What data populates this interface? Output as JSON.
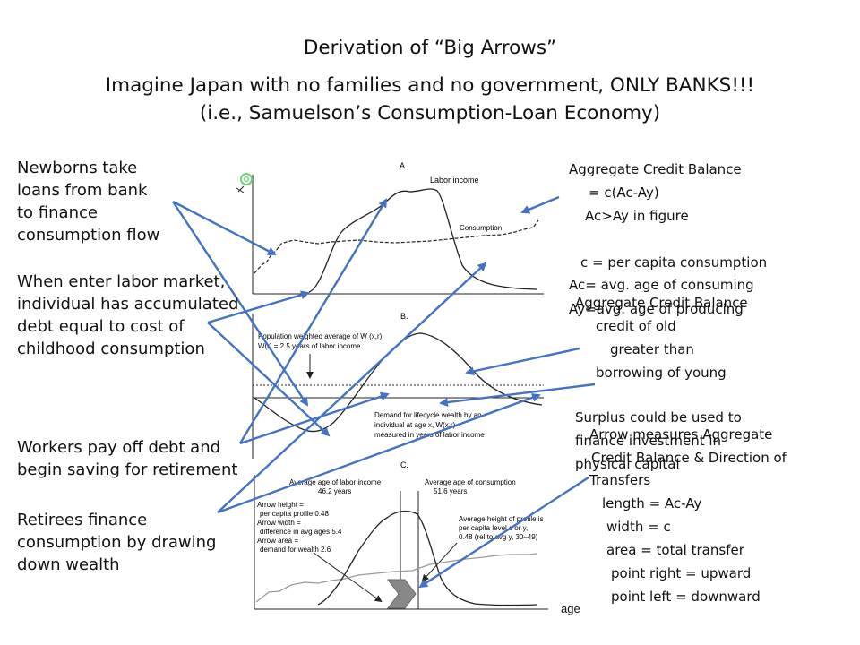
{
  "title": {
    "line1": "Derivation of “Big Arrows”",
    "line2": "Imagine Japan with no families and no government, ONLY BANKS!!!",
    "line3": "(i.e., Samuelson’s Consumption-Loan Economy)"
  },
  "left_notes": {
    "newborns": [
      "Newborns take",
      "loans from bank",
      "to finance",
      "consumption flow"
    ],
    "labor_market": [
      "When enter labor market,",
      "individual has accumulated",
      "debt equal to cost of",
      "childhood consumption"
    ],
    "workers": [
      "Workers pay off debt and",
      "begin saving for retirement"
    ],
    "retirees": [
      "Retirees finance",
      "consumption by drawing",
      "down wealth"
    ]
  },
  "right_notes": {
    "acb": [
      "Aggregate Credit Balance",
      "= c(Ac-Ay)",
      "Ac>Ay in figure",
      "c = per capita consumption",
      "Ac= avg. age of consuming",
      "Ay=avg. age of producing"
    ],
    "acb2": [
      "Aggregate Credit Balance",
      "credit of old",
      "greater than",
      "borrowing of young"
    ],
    "surplus": [
      "Surplus could be used to",
      "finance investment in",
      "physical capital"
    ],
    "arrow": [
      "Arrow measures Aggregate",
      "Credit Balance & Direction of",
      "Transfers",
      "length = Ac-Ay",
      "width = c",
      "area = total transfer",
      "point right = upward",
      "point left = downward"
    ]
  },
  "figure": {
    "panel_a": {
      "letter": "A",
      "labor_income": "Labor income",
      "consumption": "Consumption"
    },
    "panel_b": {
      "letter": "B.",
      "pop_weighted": [
        "Population weighted average of W (x,r),",
        "W(r) = 2.5 years of labor income"
      ],
      "demand": [
        "Demand for lifecycle wealth by an",
        "individual at age x, W(x,r)",
        "measured in years of labor income"
      ]
    },
    "panel_c": {
      "letter": "C.",
      "avg_labor": [
        "Average age of labor income",
        "46.2 years"
      ],
      "avg_cons": [
        "Average age of consumption",
        "51.6 years"
      ],
      "arrow_info": [
        "Arrow height =",
        "per capita profile 0.48",
        "Arrow width =",
        "difference in avg ages 5.4",
        "Arrow area =",
        "demand for wealth 2.6"
      ],
      "avg_height": [
        "Average height of profile is",
        "per capita level c or y,",
        "0.48 (rel to avg y, 30–49)"
      ]
    },
    "age_label": "age"
  },
  "colors": {
    "arrow": "#4472C4",
    "curve": "#222222",
    "gray": "#9a9a9a",
    "accent_icon": "#6fd37a"
  }
}
